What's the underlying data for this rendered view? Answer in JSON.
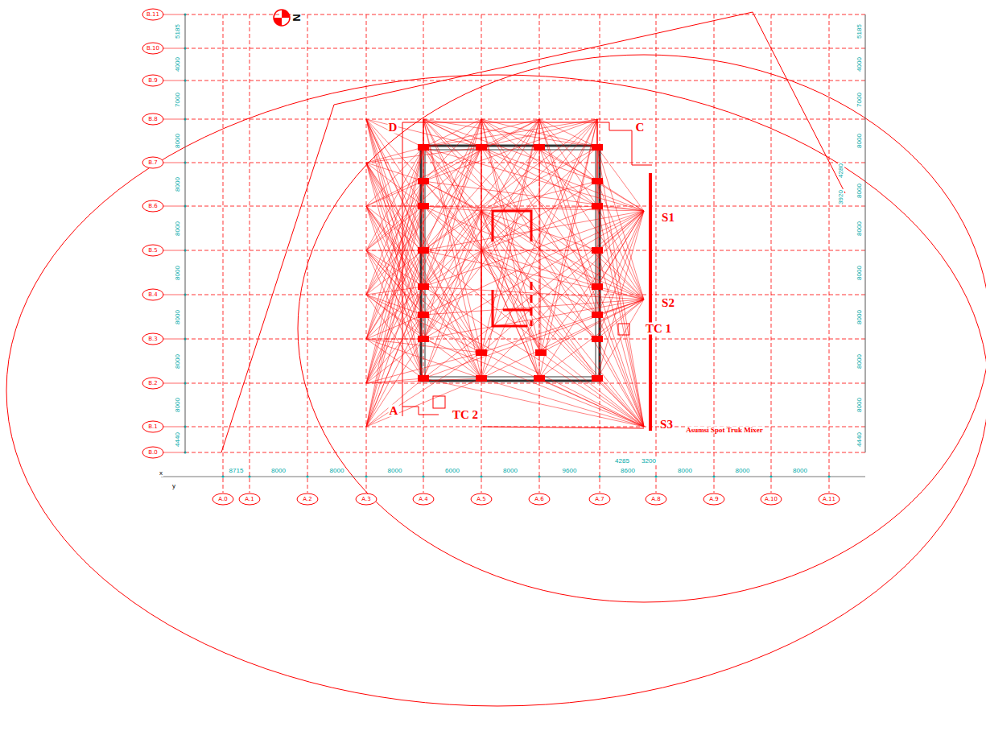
{
  "diagram": {
    "labels": [
      "N",
      "B.11",
      "B.10",
      "B.9",
      "B.8",
      "B.7",
      "B.6",
      "B.5",
      "B.4",
      "B.3",
      "B.2",
      "B.1",
      "B.0",
      "A.0",
      "A.1",
      "A.2",
      "A.3",
      "A.4",
      "A.5",
      "A.6",
      "A.7",
      "A.8",
      "A.9",
      "A.10",
      "A.11",
      "5185",
      "4000",
      "7000",
      "8000",
      "8000",
      "8000",
      "8000",
      "8000",
      "8000",
      "8000",
      "4440",
      "5185",
      "4000",
      "7000",
      "8000",
      "8000",
      "8000",
      "8000",
      "8000",
      "8000",
      "8000",
      "4440",
      "4280",
      "3920",
      "8715",
      "8000",
      "8000",
      "8000",
      "6000",
      "8000",
      "9600",
      "8600",
      "8000",
      "8000",
      "8000",
      "4285",
      "3200",
      "D",
      "C",
      "A",
      "TC 2",
      "TC 1",
      "S1",
      "S2",
      "S3",
      "Asumsi Spot Truk Mixer",
      "x",
      "y"
    ]
  }
}
